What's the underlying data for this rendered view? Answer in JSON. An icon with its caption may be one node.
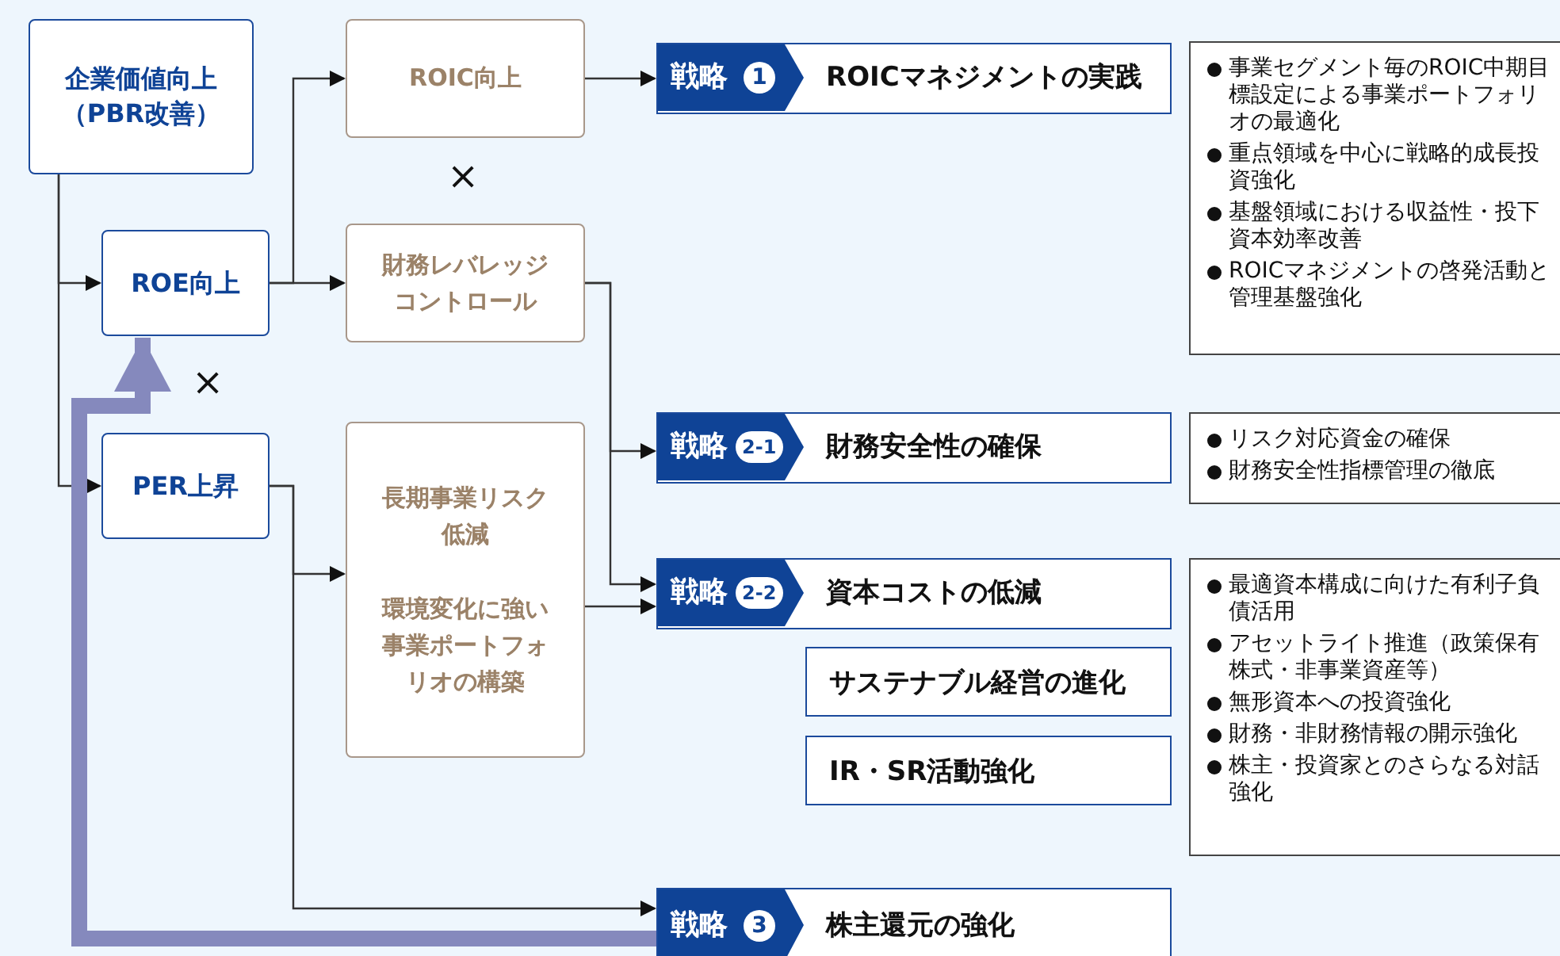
{
  "diagram": {
    "nodes": [
      {
        "text": [
          "企業価値向上（PBR改善）"
        ]
      },
      {
        "text": [
          "ROE向上"
        ]
      },
      {
        "text": [
          "PER上昇"
        ]
      },
      {
        "text": [
          "ROIC向上"
        ]
      },
      {
        "text": [
          "財務レバレッジコントロール"
        ]
      },
      {
        "text": [
          "長期事業リスク低減",
          "環境変化に強い事業ポートフォリオの構築"
        ]
      },
      {
        "text": [
          "戦略",
          "1",
          "ROICマネジメントの実践"
        ]
      },
      {
        "text": [
          "事業セグメント毎のROIC中期目標設定による事業ポートフォリオの最適化",
          "重点領域を中心に戦略的成長投資強化",
          "基盤領域における収益性・投下資本効率改善",
          "ROICマネジメントの啓発活動と管理基盤強化"
        ]
      },
      {
        "text": [
          "戦略",
          "2-1",
          "財務安全性の確保"
        ]
      },
      {
        "text": [
          "リスク対応資金の確保",
          "財務安全性指標管理の徹底"
        ]
      },
      {
        "text": [
          "戦略",
          "2-2",
          "資本コストの低減"
        ]
      },
      {
        "text": [
          "サステナブル経営の進化"
        ]
      },
      {
        "text": [
          "IR・SR活動強化"
        ]
      },
      {
        "text": [
          "最適資本構成に向けた有利子負債活用",
          "アセットライト推進（政策保有株式・非事業資産等）",
          "無形資本への投資強化",
          "財務・非財務情報の開示強化",
          "株主・投資家とのさらなる対話強化"
        ]
      },
      {
        "text": [
          "戦略",
          "3",
          "株主還元の強化"
        ]
      }
    ],
    "edges": [
      {
        "from": 0,
        "to": 1,
        "arrow": "to"
      },
      {
        "from": 0,
        "to": 2,
        "arrow": "to"
      },
      {
        "from": 1,
        "to": 3,
        "arrow": "to"
      },
      {
        "from": 1,
        "to": 4,
        "arrow": "to"
      },
      {
        "from": 3,
        "to": 6,
        "arrow": "to"
      },
      {
        "from": 4,
        "to": 8,
        "arrow": "to"
      },
      {
        "from": 4,
        "to": 10,
        "arrow": "to"
      },
      {
        "from": 5,
        "to": 10,
        "arrow": "to"
      },
      {
        "from": 2,
        "to": 5,
        "arrow": "to"
      },
      {
        "from": 2,
        "to": 14,
        "arrow": "to"
      },
      {
        "from": 14,
        "to": 1,
        "arrow": "to",
        "style": "thick",
        "color": "#8589bd"
      }
    ],
    "labels": [
      "×",
      "×"
    ]
  }
}
